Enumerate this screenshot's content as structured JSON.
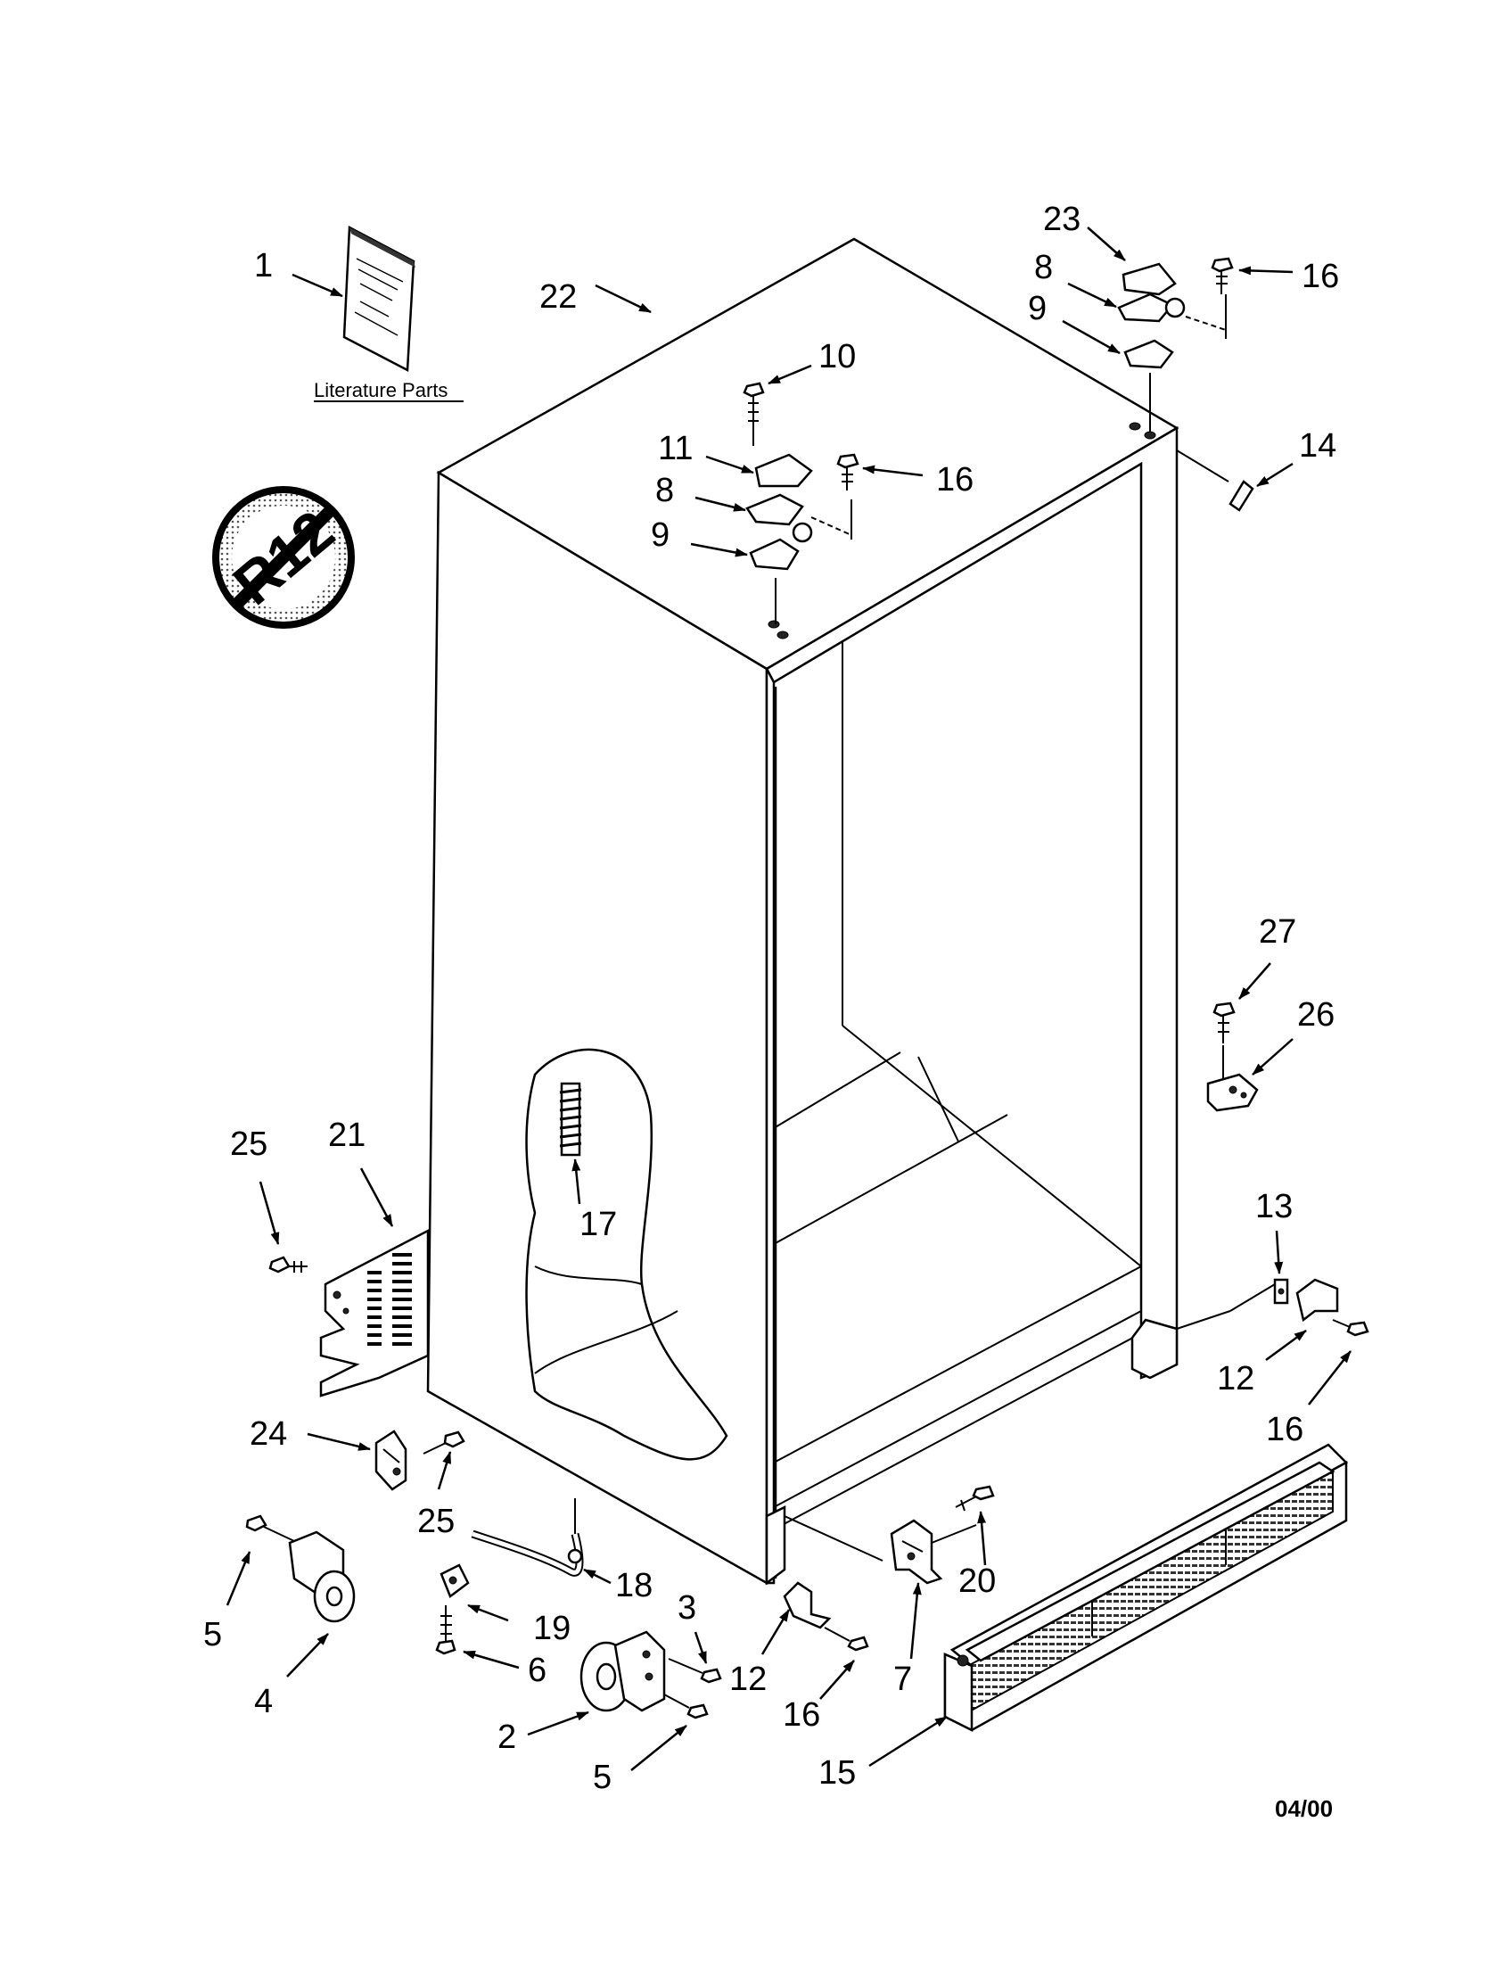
{
  "literature_caption": "Literature Parts",
  "no_r12_text": "R12",
  "date_code": "04/00",
  "callouts": {
    "c1": "1",
    "c22": "22",
    "c23": "23",
    "c8a": "8",
    "c9a": "9",
    "c16a": "16",
    "c10": "10",
    "c11": "11",
    "c8b": "8",
    "c9b": "9",
    "c16b": "16",
    "c14": "14",
    "c27": "27",
    "c26": "26",
    "c25a": "25",
    "c21": "21",
    "c17": "17",
    "c13": "13",
    "c12a": "12",
    "c16c": "16",
    "c24": "24",
    "c25b": "25",
    "c18": "18",
    "c19": "19",
    "c5a": "5",
    "c4": "4",
    "c6": "6",
    "c3": "3",
    "c2": "2",
    "c5b": "5",
    "c12b": "12",
    "c16d": "16",
    "c7": "7",
    "c20": "20",
    "c15": "15"
  }
}
